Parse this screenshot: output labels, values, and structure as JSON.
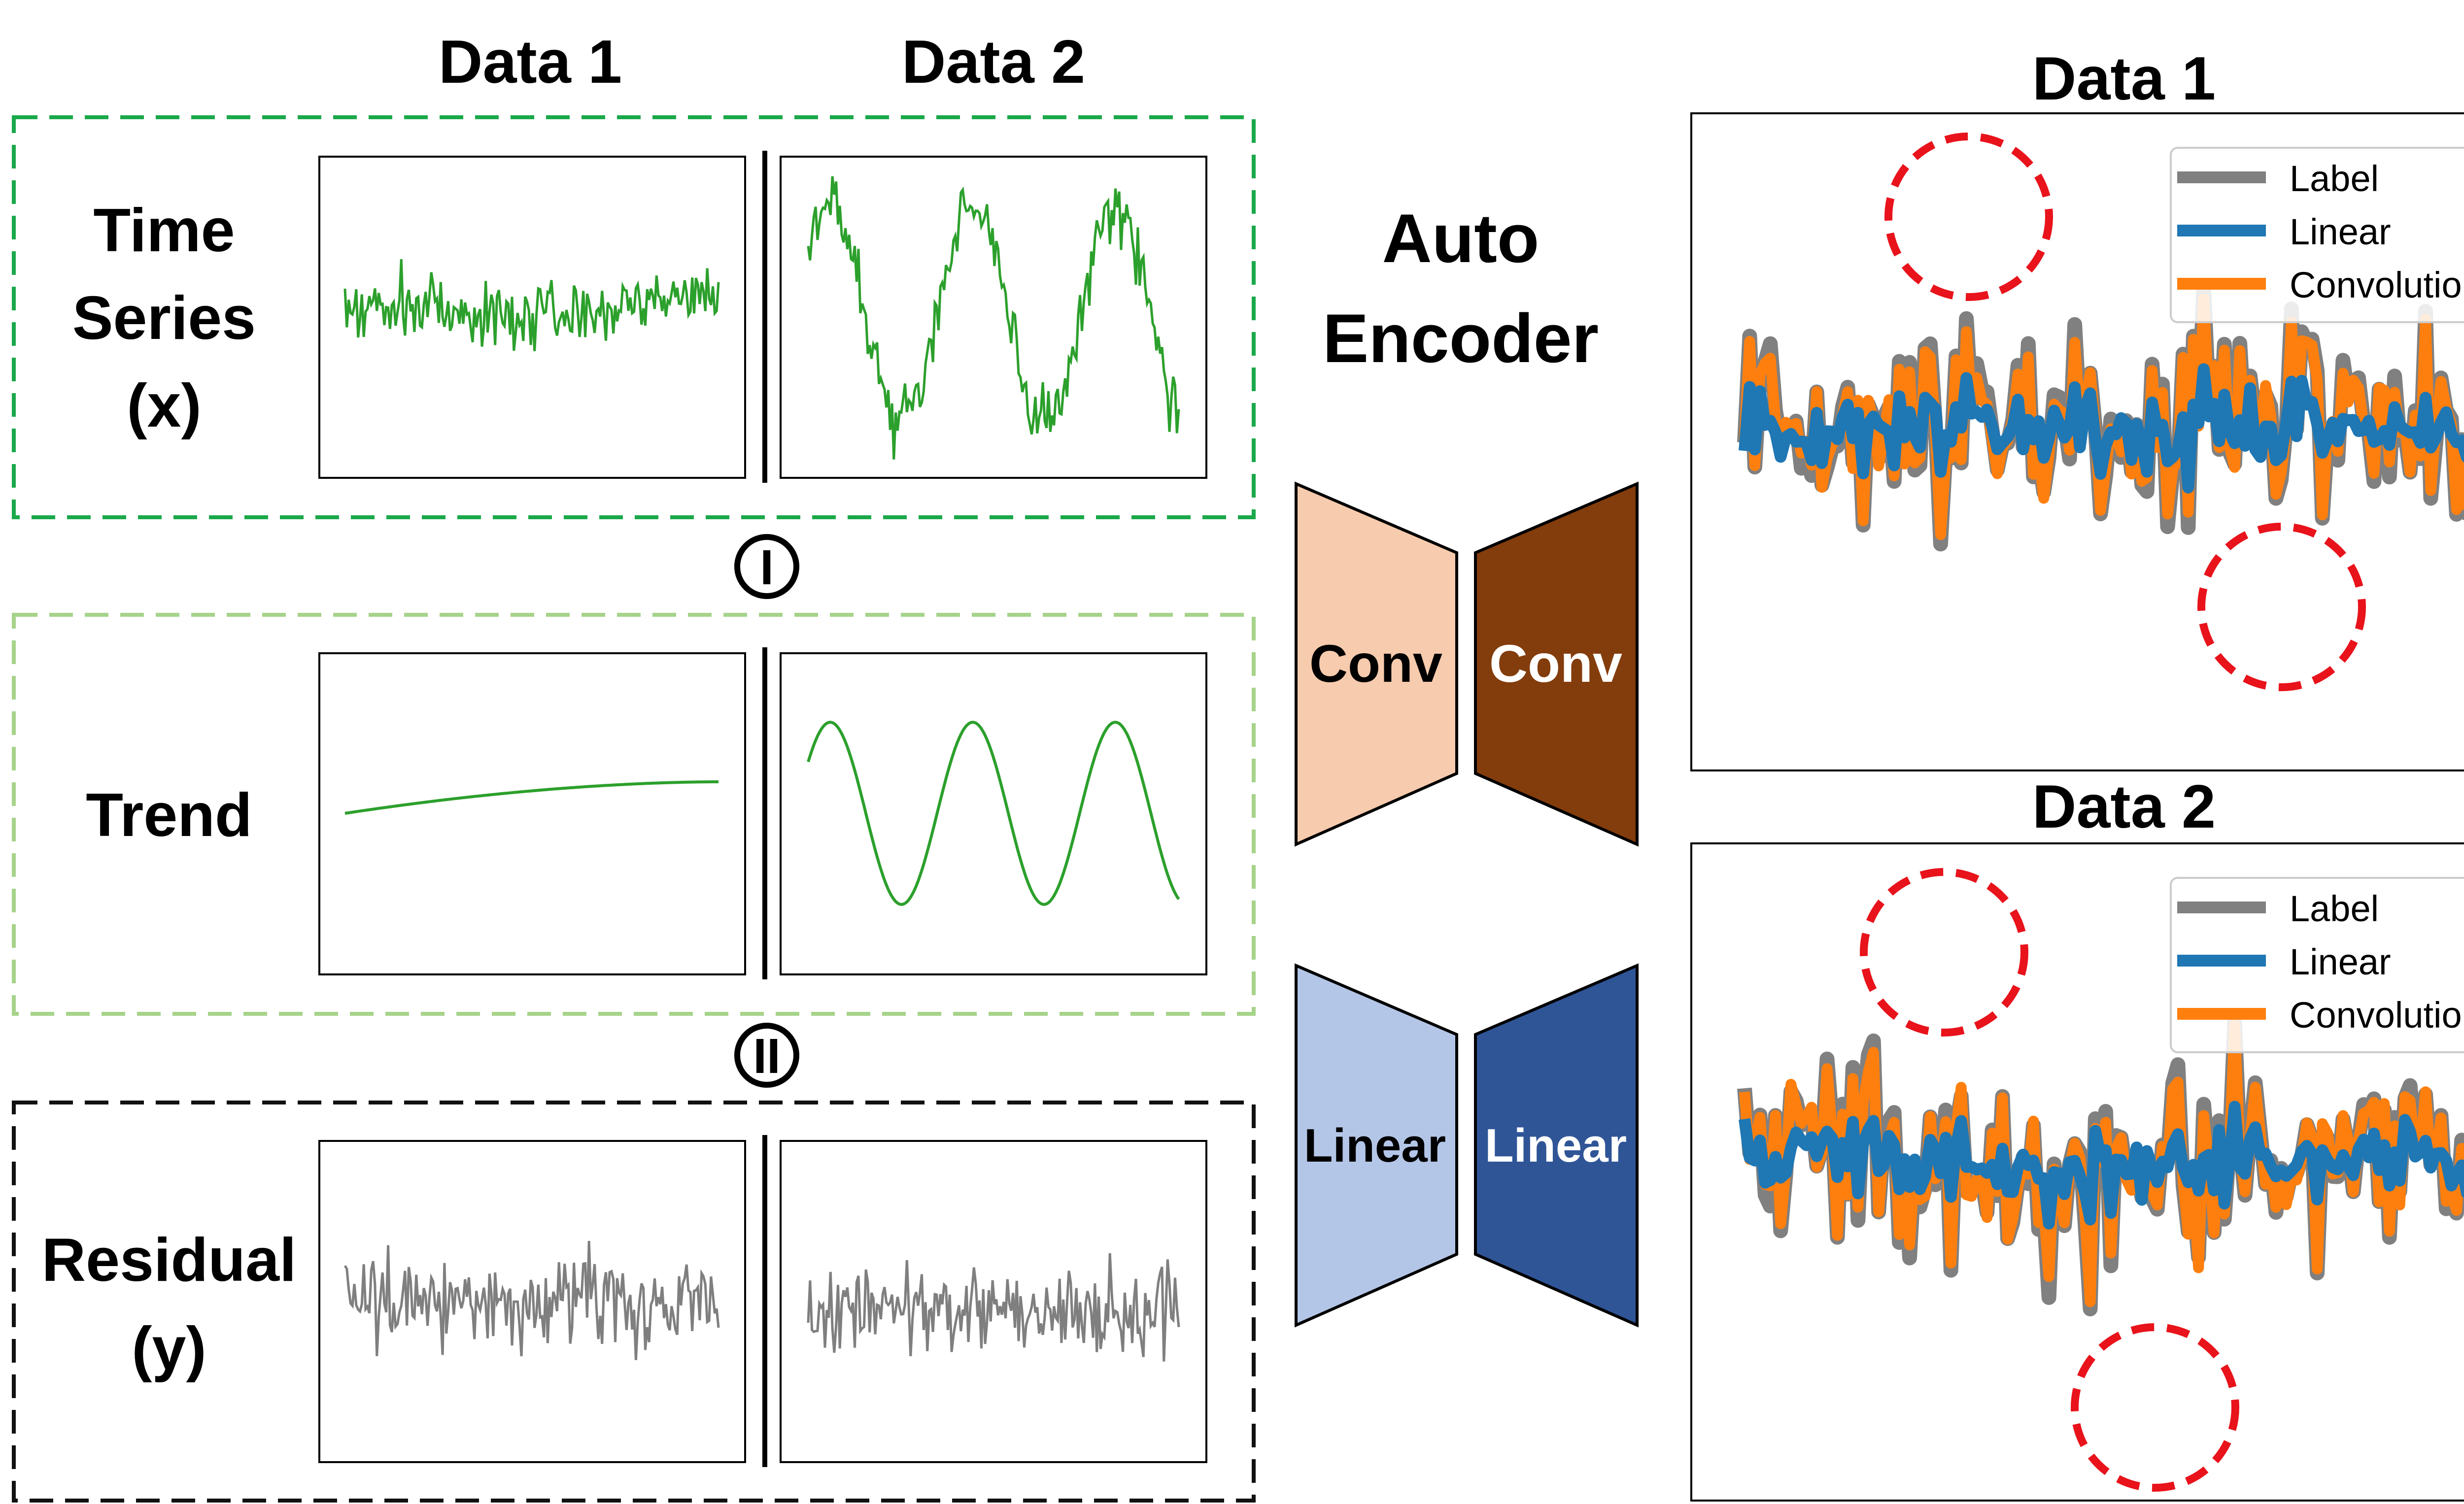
{
  "left_panel": {
    "column_headers": [
      "Data 1",
      "Data 2"
    ],
    "rows": [
      {
        "label_lines": [
          "Time",
          "Series",
          "(x)"
        ],
        "box_color": "#1aa84a",
        "line_color": "#2ca02c"
      },
      {
        "label_lines": [
          "Trend"
        ],
        "box_color": "#a6d38a",
        "line_color": "#2ca02c"
      },
      {
        "label_lines": [
          "Residual",
          "(y)"
        ],
        "box_color": "#111111",
        "line_color": "#7f7f7f"
      }
    ],
    "operators": [
      "I",
      "II"
    ]
  },
  "autoencoder": {
    "title_lines": [
      "Auto",
      "Encoder"
    ],
    "conv": {
      "encoder_label": "Conv",
      "decoder_label": "Conv",
      "encoder_color": "#f7cbad",
      "decoder_color": "#833c0c"
    },
    "linear": {
      "encoder_label": "Linear",
      "decoder_label": "Linear",
      "encoder_color": "#b4c6e7",
      "decoder_color": "#2f5597"
    }
  },
  "chart_data": [
    {
      "type": "line",
      "title": "Data 1",
      "series": [
        {
          "name": "Label",
          "color": "#808080"
        },
        {
          "name": "Linear",
          "color": "#1f77b4"
        },
        {
          "name": "Convolution",
          "color": "#ff7f0e"
        }
      ],
      "legend": "top-right",
      "grid": false,
      "highlight_marker": "red dashed circles"
    },
    {
      "type": "line",
      "title": "Data 2",
      "series": [
        {
          "name": "Label",
          "color": "#808080"
        },
        {
          "name": "Linear",
          "color": "#1f77b4"
        },
        {
          "name": "Convolution",
          "color": "#ff7f0e"
        }
      ],
      "legend": "top-right",
      "grid": false,
      "highlight_marker": "red dashed circles"
    }
  ]
}
